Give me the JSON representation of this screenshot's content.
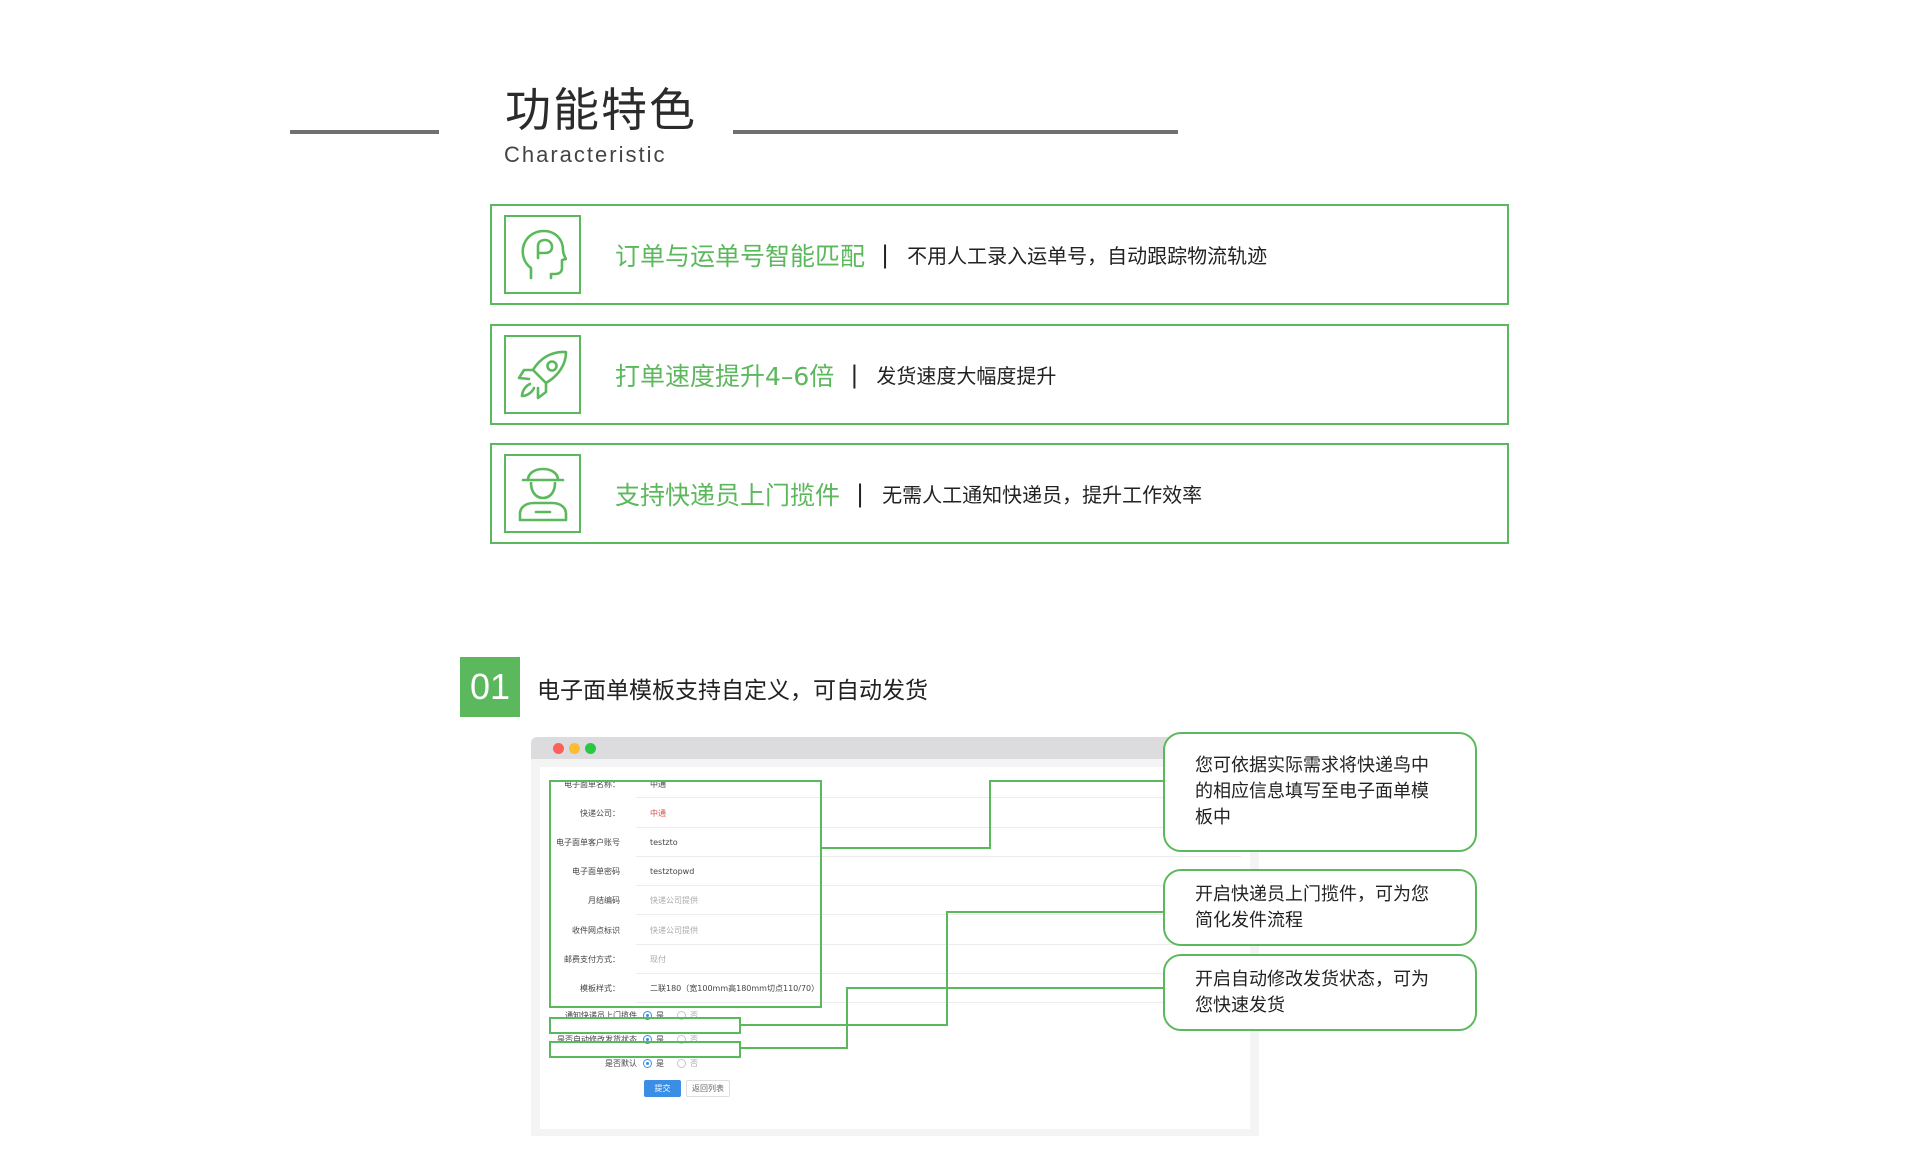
{
  "header": {
    "title": "功能特色",
    "subtitle": "Characteristic"
  },
  "features": [
    {
      "icon": "head-icon",
      "title": "订单与运单号智能匹配",
      "separator": "|",
      "description": "不用人工录入运单号，自动跟踪物流轨迹"
    },
    {
      "icon": "rocket-icon",
      "title": "打单速度提升4–6倍",
      "separator": "|",
      "description": "发货速度大幅度提升"
    },
    {
      "icon": "courier-icon",
      "title": "支持快递员上门揽件",
      "separator": "|",
      "description": "无需人工通知快递员，提升工作效率"
    }
  ],
  "step": {
    "number": "01",
    "text": "电子面单模板支持自定义，可自动发货"
  },
  "form": {
    "fields": [
      {
        "label": "电子面单名称：",
        "value": "中通",
        "style": "normal"
      },
      {
        "label": "快递公司：",
        "value": "中通",
        "style": "red"
      },
      {
        "label": "电子面单客户账号",
        "value": "testzto",
        "style": "normal"
      },
      {
        "label": "电子面单密码",
        "value": "testztopwd",
        "style": "normal"
      },
      {
        "label": "月结编码",
        "value": "快递公司提供",
        "style": "ph"
      },
      {
        "label": "收件网点标识",
        "value": "快递公司提供",
        "style": "ph"
      },
      {
        "label": "邮费支付方式：",
        "value": "现付",
        "style": "ph"
      },
      {
        "label": "模板样式：",
        "value": "二联180（宽100mm高180mm切点110/70）",
        "style": "normal"
      }
    ],
    "radios": [
      {
        "label": "通知快递员上门揽件",
        "yes": "是",
        "no": "否"
      },
      {
        "label": "是否自动修改发货状态",
        "yes": "是",
        "no": "否"
      },
      {
        "label": "是否默认",
        "yes": "是",
        "no": "否"
      }
    ],
    "submit_label": "提交",
    "back_label": "返回列表"
  },
  "callouts": [
    {
      "text": "您可依据实际需求将快递鸟中的相应信息填写至电子面单模板中"
    },
    {
      "text": "开启快递员上门揽件，可为您简化发件流程"
    },
    {
      "text": "开启自动修改发货状态，可为您快速发货"
    }
  ],
  "colors": {
    "accent": "#5cb85c",
    "line": "#707070",
    "button": "#3a8ee6",
    "dot_red": "#ff5f57",
    "dot_yellow": "#febc2e",
    "dot_green": "#28c840"
  }
}
